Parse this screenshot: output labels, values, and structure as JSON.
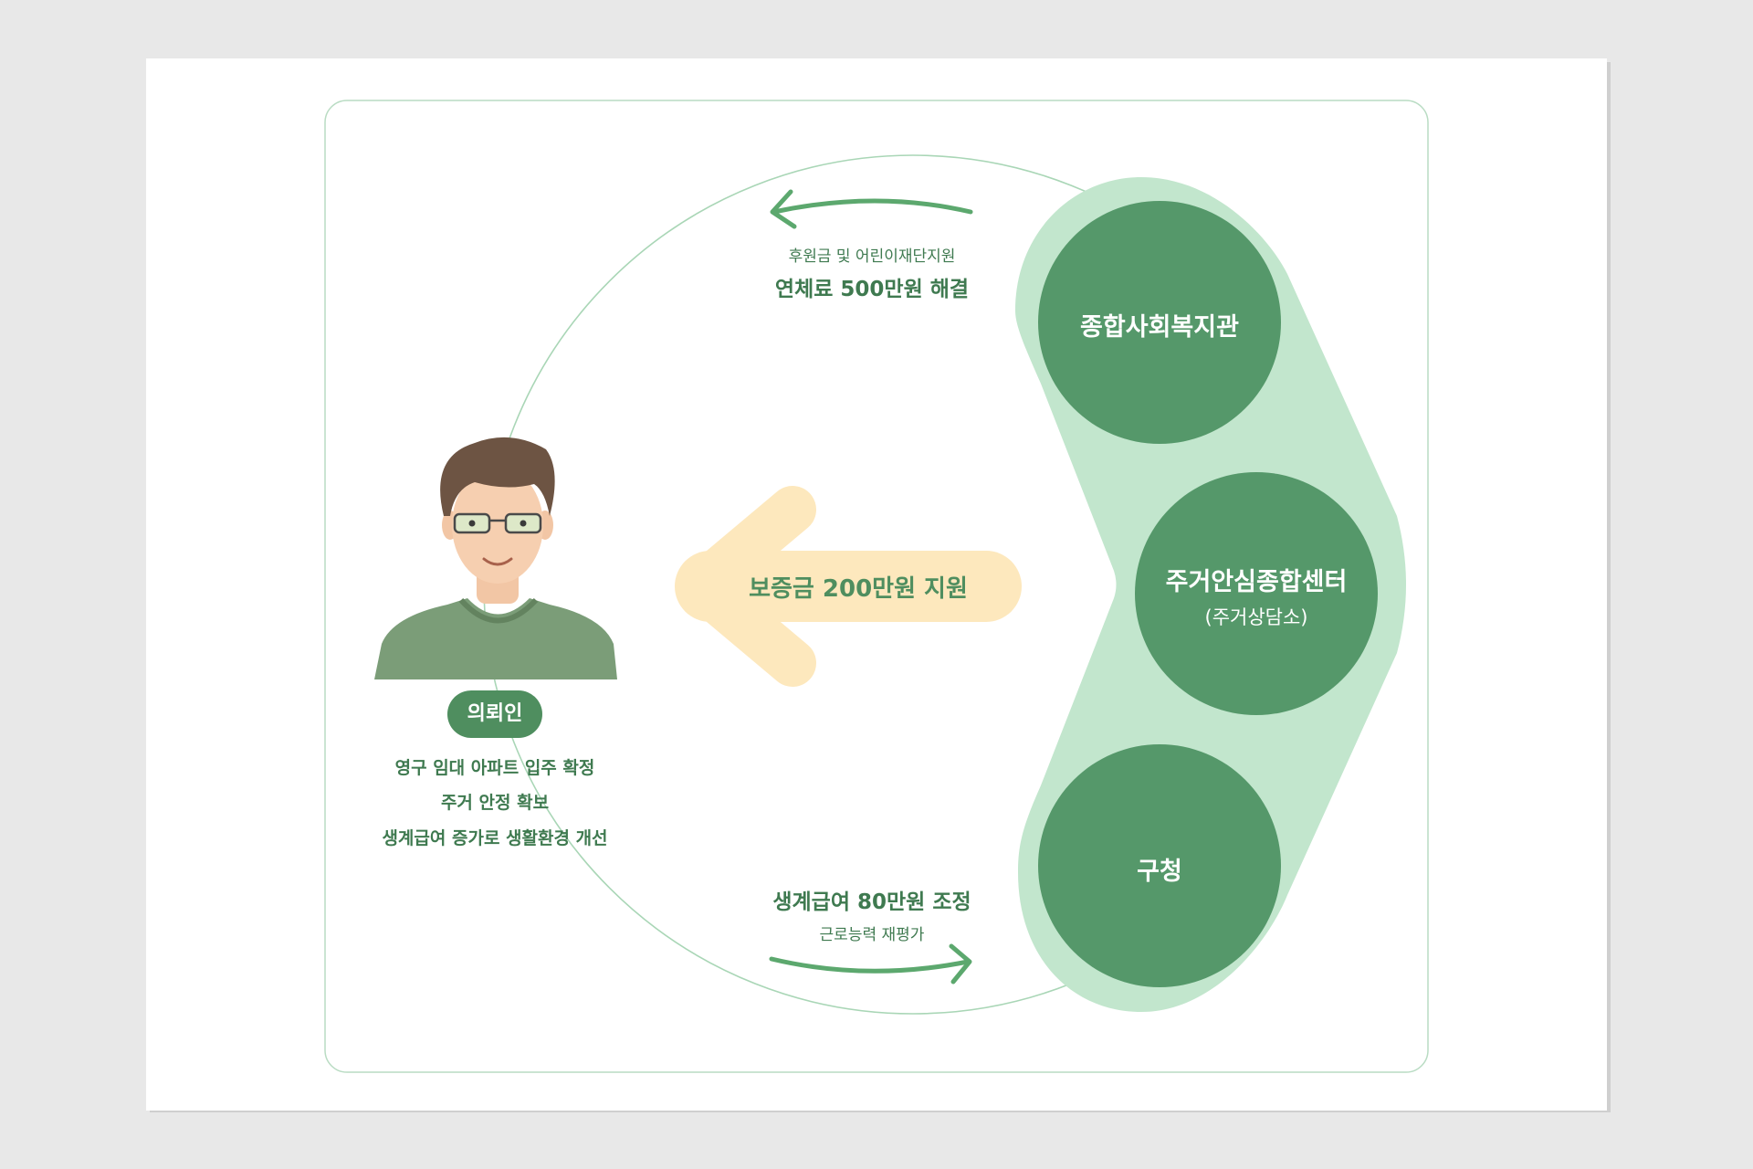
{
  "colors": {
    "background": "#e8e8e8",
    "card": "#ffffff",
    "frame_border": "#b9dcc3",
    "dark_green": "#55986a",
    "light_green": "#c2e6cd",
    "pale_arrow": "#fde8bd",
    "text_green": "#3f7a50"
  },
  "client": {
    "badge": "의뢰인",
    "outcomes": [
      "영구 임대 아파트 입주 확정",
      "주거 안정 확보",
      "생계급여 증가로 생활환경 개선"
    ]
  },
  "agencies": [
    {
      "name": "종합사회복지관",
      "sub": ""
    },
    {
      "name": "주거안심종합센터",
      "sub": "(주거상담소)"
    },
    {
      "name": "구청",
      "sub": ""
    }
  ],
  "flows": {
    "top": {
      "small": "후원금 및 어린이재단지원",
      "main": "연체료 500만원 해결"
    },
    "middle": {
      "main": "보증금 200만원 지원"
    },
    "bottom": {
      "main": "생계급여 80만원 조정",
      "small": "근로능력 재평가"
    }
  }
}
